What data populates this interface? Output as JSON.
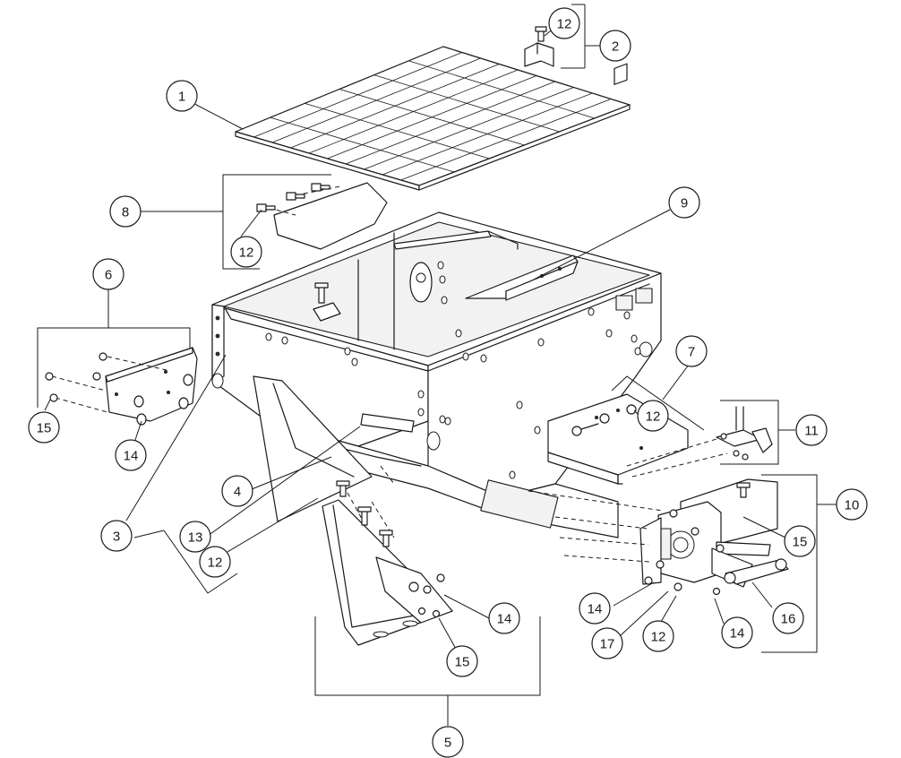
{
  "callouts": [
    {
      "id": "c1",
      "label": "1"
    },
    {
      "id": "c2",
      "label": "2"
    },
    {
      "id": "c3",
      "label": "3"
    },
    {
      "id": "c4",
      "label": "4"
    },
    {
      "id": "c5",
      "label": "5"
    },
    {
      "id": "c6",
      "label": "6"
    },
    {
      "id": "c7",
      "label": "7"
    },
    {
      "id": "c8",
      "label": "8"
    },
    {
      "id": "c9",
      "label": "9"
    },
    {
      "id": "c10",
      "label": "10"
    },
    {
      "id": "c11",
      "label": "11"
    },
    {
      "id": "c12a",
      "label": "12"
    },
    {
      "id": "c12b",
      "label": "12"
    },
    {
      "id": "c12c",
      "label": "12"
    },
    {
      "id": "c12d",
      "label": "12"
    },
    {
      "id": "c12e",
      "label": "12"
    },
    {
      "id": "c13",
      "label": "13"
    },
    {
      "id": "c14a",
      "label": "14"
    },
    {
      "id": "c14b",
      "label": "14"
    },
    {
      "id": "c14c",
      "label": "14"
    },
    {
      "id": "c14d",
      "label": "14"
    },
    {
      "id": "c15a",
      "label": "15"
    },
    {
      "id": "c15b",
      "label": "15"
    },
    {
      "id": "c15c",
      "label": "15"
    },
    {
      "id": "c16",
      "label": "16"
    },
    {
      "id": "c17",
      "label": "17"
    }
  ]
}
